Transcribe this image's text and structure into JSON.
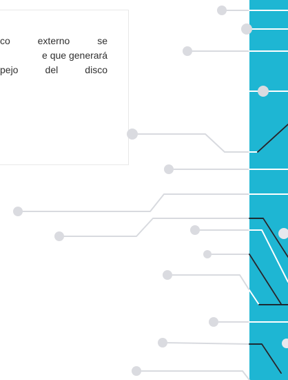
{
  "card": {
    "lines": [
      "co externo se",
      "e que generará",
      "pejo del disco"
    ]
  },
  "colors": {
    "panel": "#1eb6d3",
    "trace_light": "#d8dadf",
    "trace_dark": "#1b2a33",
    "dot": "#dadbe0",
    "dot_on_panel": "#e6e8ed"
  }
}
